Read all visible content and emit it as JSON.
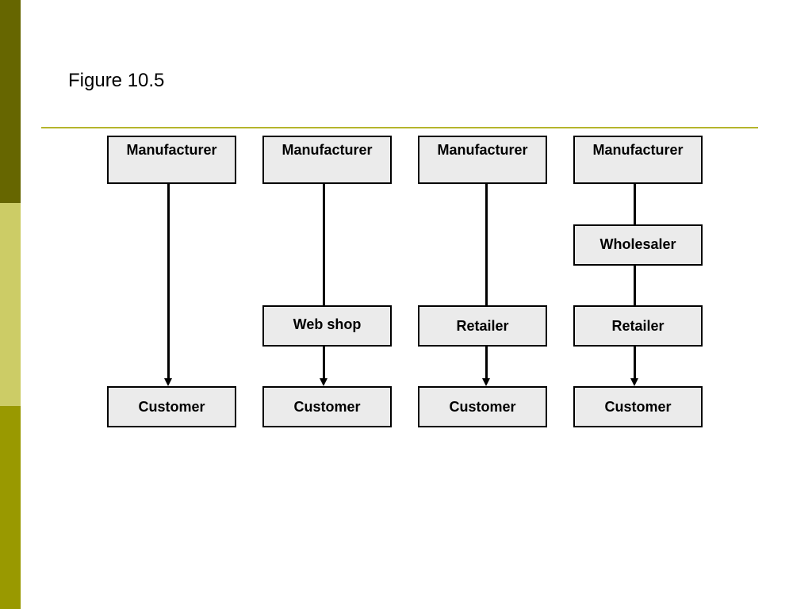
{
  "slide": {
    "title": "Figure 10.5",
    "accent_colors": {
      "bar_top": "#666600",
      "bar_mid": "#cccc66",
      "bar_bottom": "#999900",
      "rule": "#b5b52c"
    }
  },
  "diagram": {
    "box_fill": "#ebebeb",
    "chains": [
      {
        "nodes": [
          "Manufacturer",
          "Customer"
        ]
      },
      {
        "nodes": [
          "Manufacturer",
          "Web shop",
          "Customer"
        ]
      },
      {
        "nodes": [
          "Manufacturer",
          "Retailer",
          "Customer"
        ]
      },
      {
        "nodes": [
          "Manufacturer",
          "Wholesaler",
          "Retailer",
          "Customer"
        ]
      }
    ]
  }
}
